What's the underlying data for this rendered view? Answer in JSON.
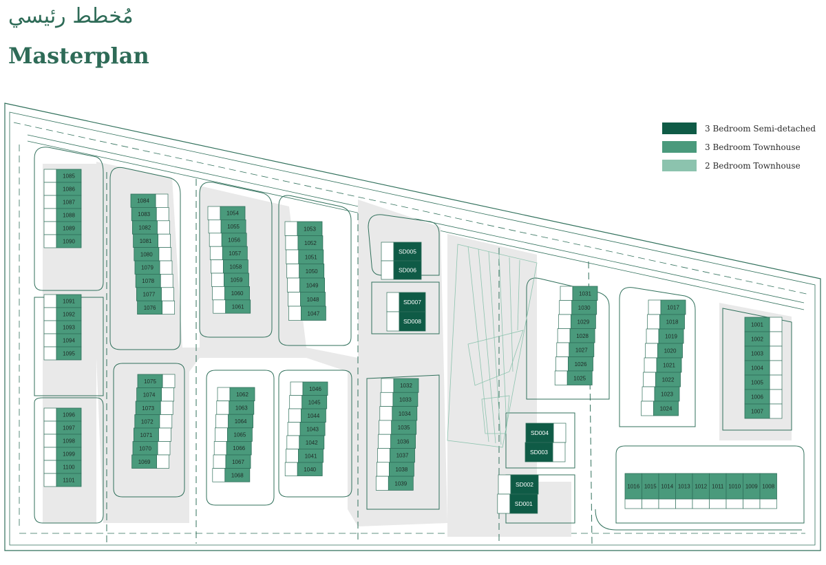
{
  "title_arabic": "مُخطط رئيسي",
  "title_english": "Masterplan",
  "colors": {
    "semi_detached_3br": "#0f5b46",
    "townhouse_3br": "#4a9a7c",
    "townhouse_2br": "#8cc3ae",
    "lines": "#2f6f5a",
    "ground": "#e9e9e9"
  },
  "legend": [
    {
      "label": "3 Bedroom Semi-detached",
      "type": "semi_detached_3br"
    },
    {
      "label": "3 Bedroom Townhouse",
      "type": "townhouse_3br"
    },
    {
      "label": "2 Bedroom Townhouse",
      "type": "townhouse_2br"
    }
  ],
  "blocks": [
    {
      "units": [
        "1085",
        "1086",
        "1087",
        "1088",
        "1089",
        "1090"
      ],
      "type": "townhouse_3br"
    },
    {
      "units": [
        "1091",
        "1092",
        "1093",
        "1094",
        "1095"
      ],
      "type": "townhouse_3br"
    },
    {
      "units": [
        "1096",
        "1097",
        "1098",
        "1099",
        "1100",
        "1101"
      ],
      "type": "townhouse_3br"
    },
    {
      "units": [
        "1084",
        "1083",
        "1082",
        "1081",
        "1080",
        "1079",
        "1078",
        "1077",
        "1076"
      ],
      "type": "townhouse_3br"
    },
    {
      "units": [
        "1075",
        "1074",
        "1073",
        "1072",
        "1071",
        "1070",
        "1069"
      ],
      "type": "townhouse_3br"
    },
    {
      "units": [
        "1054",
        "1055",
        "1056",
        "1057",
        "1058",
        "1059",
        "1060",
        "1061"
      ],
      "type": "townhouse_3br"
    },
    {
      "units": [
        "1053",
        "1052",
        "1051",
        "1050",
        "1049",
        "1048",
        "1047"
      ],
      "type": "townhouse_3br"
    },
    {
      "units": [
        "1062",
        "1063",
        "1064",
        "1065",
        "1066",
        "1067",
        "1068"
      ],
      "type": "townhouse_3br"
    },
    {
      "units": [
        "1046",
        "1045",
        "1044",
        "1043",
        "1042",
        "1041",
        "1040"
      ],
      "type": "townhouse_3br"
    },
    {
      "units": [
        "1032",
        "1033",
        "1034",
        "1035",
        "1036",
        "1037",
        "1038",
        "1039"
      ],
      "type": "townhouse_3br"
    },
    {
      "units": [
        "SD005",
        "SD006"
      ],
      "type": "semi_detached_3br"
    },
    {
      "units": [
        "SD007",
        "SD008"
      ],
      "type": "semi_detached_3br"
    },
    {
      "units": [
        "SD004",
        "SD003"
      ],
      "type": "semi_detached_3br"
    },
    {
      "units": [
        "SD002",
        "SD001"
      ],
      "type": "semi_detached_3br"
    },
    {
      "units": [
        "1031",
        "1030",
        "1029",
        "1028",
        "1027",
        "1026",
        "1025"
      ],
      "type": "townhouse_3br"
    },
    {
      "units": [
        "1017",
        "1018",
        "1019",
        "1020",
        "1021",
        "1022",
        "1023",
        "1024"
      ],
      "type": "townhouse_3br"
    },
    {
      "units": [
        "1001",
        "1002",
        "1003",
        "1004",
        "1005",
        "1006",
        "1007"
      ],
      "type": "townhouse_3br"
    },
    {
      "units": [
        "1016",
        "1015",
        "1014",
        "1013",
        "1012",
        "1011",
        "1010",
        "1009",
        "1008"
      ],
      "type": "townhouse_3br"
    }
  ]
}
